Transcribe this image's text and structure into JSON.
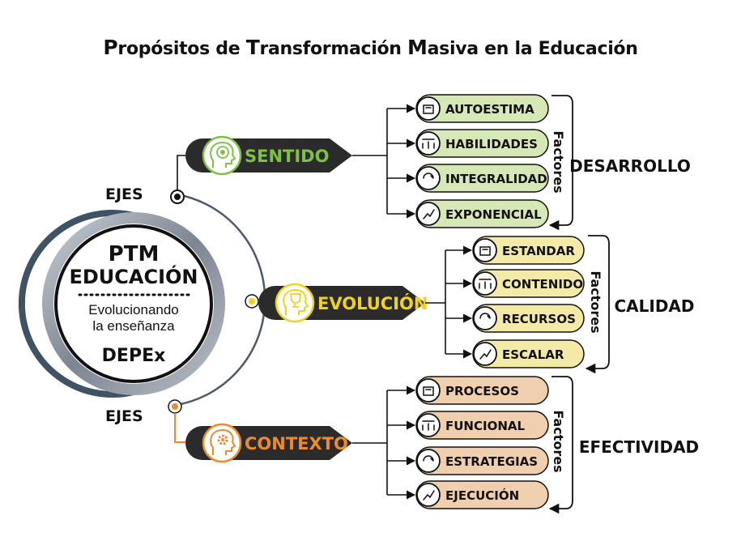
{
  "title": {
    "parts": [
      {
        "cap": "P",
        "rest": "ropósitos de "
      },
      {
        "cap": "T",
        "rest": "ransformación  "
      },
      {
        "cap": "M",
        "rest": "asiva en la Educación"
      }
    ]
  },
  "center": {
    "line1": "PTM",
    "line2": "EDUCACIÓN",
    "line3": "Evolucionando",
    "line4": "la enseñanza",
    "line5": "DEPEx"
  },
  "ejes_label_top": "EJES",
  "ejes_label_bottom": "EJES",
  "axes": [
    {
      "label": "SENTIDO",
      "color": "#7dc242",
      "pill_fill": "#d6e8b5",
      "factors_label": "Factores",
      "group_label": "DESARROLLO",
      "factors": [
        "AUTOESTIMA",
        "HABILIDADES",
        "INTEGRALIDAD",
        "EXPONENCIAL"
      ]
    },
    {
      "label": "EVOLUCIÓN",
      "color": "#f2d21b",
      "pill_fill": "#f4eaa8",
      "factors_label": "Factores",
      "group_label": "CALIDAD",
      "factors": [
        "ESTANDAR",
        "CONTENIDO",
        "RECURSOS",
        "ESCALAR"
      ]
    },
    {
      "label": "CONTEXTO",
      "color": "#ee8a2c",
      "pill_fill": "#efcfae",
      "factors_label": "Factores",
      "group_label": "EFECTIVIDAD",
      "factors": [
        "PROCESOS",
        "FUNCIONAL",
        "ESTRATEGIAS",
        "EJECUCIÓN"
      ]
    }
  ],
  "icons": {
    "center_badge": "target-head-icon",
    "evolution_badge": "trophy-head-icon",
    "context_badge": "gear-head-icon"
  }
}
